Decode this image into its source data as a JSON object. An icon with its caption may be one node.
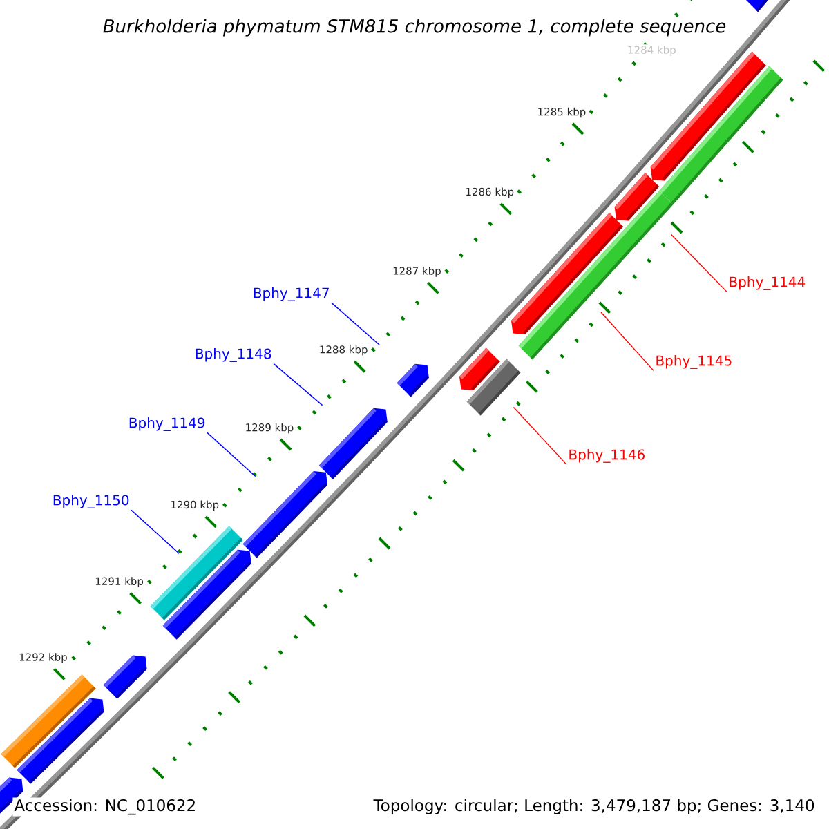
{
  "diagram": {
    "title": "Burkholderia phymatum STM815 chromosome 1, complete sequence",
    "nodes": [
      {
        "text": [
          "Bphy_1144"
        ]
      },
      {
        "text": [
          "Bphy_1145"
        ]
      },
      {
        "text": [
          "Bphy_1146"
        ]
      },
      {
        "text": [
          "Bphy_1147"
        ]
      },
      {
        "text": [
          "Bphy_1148"
        ]
      },
      {
        "text": [
          "Bphy_1149"
        ]
      },
      {
        "text": [
          "Bphy_1150"
        ]
      }
    ],
    "edges": [
      {
        "from": 0,
        "to": null,
        "arrow": "none",
        "color": "#ff0000"
      },
      {
        "from": 1,
        "to": null,
        "arrow": "none",
        "color": "#ff0000"
      },
      {
        "from": 2,
        "to": null,
        "arrow": "none",
        "color": "#ff0000"
      },
      {
        "from": 3,
        "to": null,
        "arrow": "none"
      },
      {
        "from": 4,
        "to": null,
        "arrow": "none"
      },
      {
        "from": 5,
        "to": null,
        "arrow": "none"
      },
      {
        "from": 6,
        "to": null,
        "arrow": "none"
      }
    ],
    "labels": [
      "1284 kbp",
      "1285 kbp",
      "1286 kbp",
      "1287 kbp",
      "1288 kbp",
      "1289 kbp",
      "1290 kbp",
      "1291 kbp",
      "1292 kbp",
      "Accession: NC_010622",
      "Topology: circular; Length: 3,479,187 bp; Genes: 3,140"
    ]
  }
}
